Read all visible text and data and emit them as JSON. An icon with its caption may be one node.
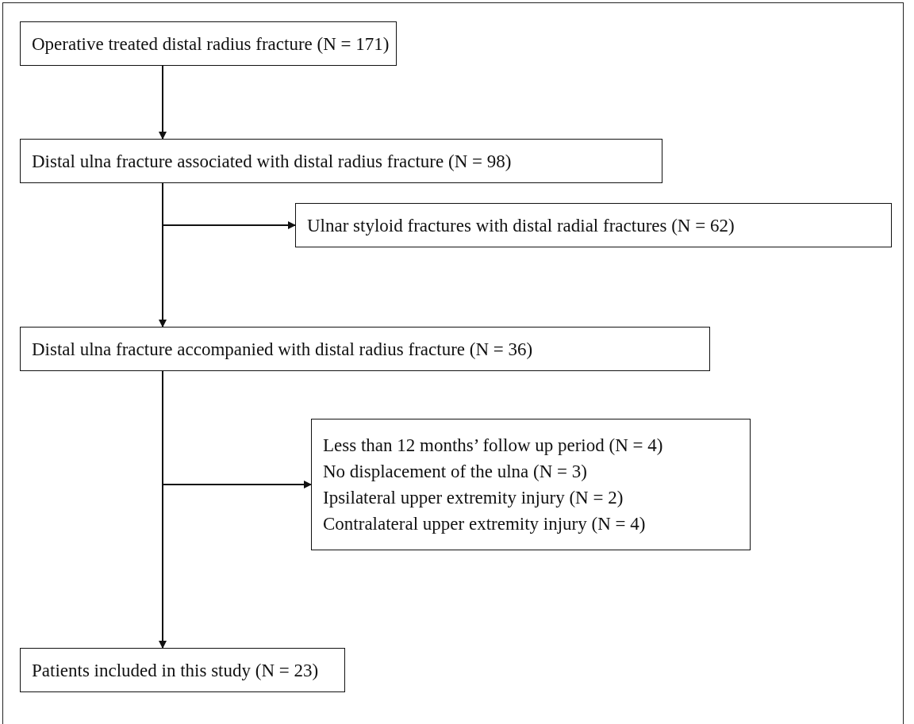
{
  "diagram": {
    "nodes": [
      {
        "text": [
          "Operative treated distal radius fracture (N = 171)"
        ]
      },
      {
        "text": [
          "Distal ulna fracture associated with distal radius fracture (N = 98)"
        ]
      },
      {
        "text": [
          "Ulnar styloid fractures with distal radial fractures (N = 62)"
        ]
      },
      {
        "text": [
          "Distal ulna fracture accompanied with distal radius fracture (N = 36)"
        ]
      },
      {
        "text": [
          "Less than 12 months’ follow up period (N = 4)",
          "No displacement of the ulna (N = 3)",
          "Ipsilateral upper extremity injury (N = 2)",
          "Contralateral upper extremity injury (N = 4)"
        ]
      },
      {
        "text": [
          "Patients included in this study (N = 23)"
        ]
      }
    ],
    "edges": [
      {
        "from": 0,
        "to": 1,
        "arrow": "to"
      },
      {
        "from": 1,
        "to": 2,
        "arrow": "to"
      },
      {
        "from": 1,
        "to": 3,
        "arrow": "to"
      },
      {
        "from": 3,
        "to": 4,
        "arrow": "to"
      },
      {
        "from": 3,
        "to": 5,
        "arrow": "to"
      }
    ]
  }
}
